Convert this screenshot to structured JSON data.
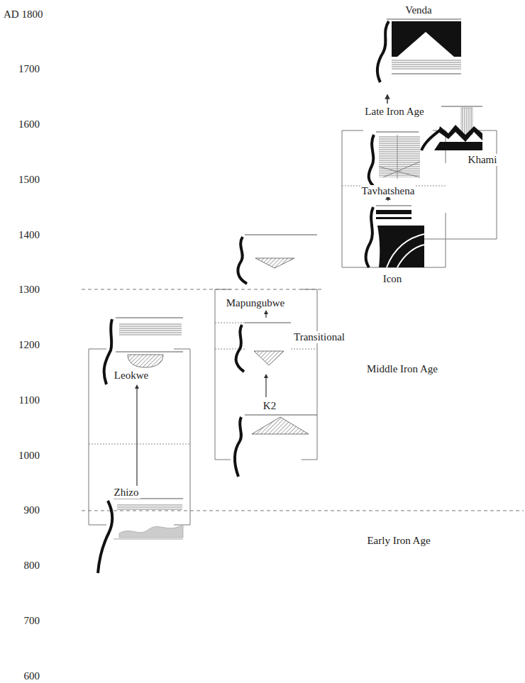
{
  "diagram": {
    "labels": [
      "AD 1800",
      "Venda",
      "1700",
      "Late Iron Age",
      "1600",
      "Khami",
      "1500",
      "Tavhatshena",
      "1400",
      "Icon",
      "Mapungubwe",
      "1300",
      "Transitional",
      "1200",
      "Leokwe",
      "Middle Iron Age",
      "1100",
      "K2",
      "1000",
      "900",
      "Zhizo",
      "Early Iron Age",
      "800",
      "700",
      "600"
    ]
  }
}
